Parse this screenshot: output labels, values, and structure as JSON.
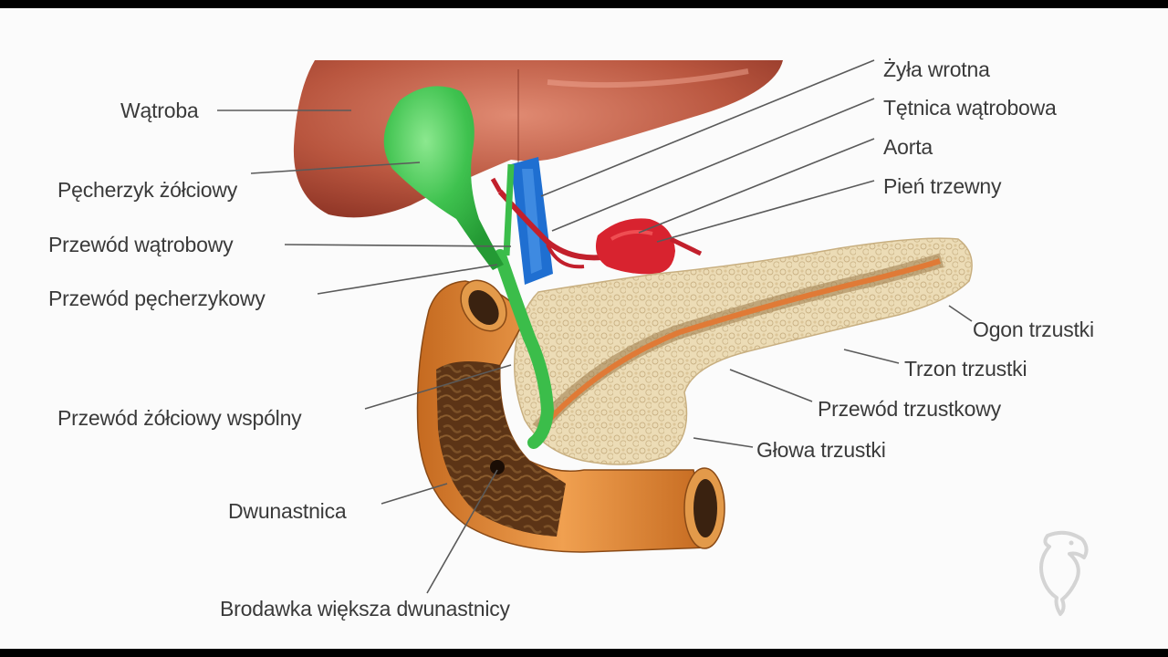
{
  "labels_left": {
    "liver": "Wątroba",
    "gallbladder": "Pęcherzyk żółciowy",
    "hepatic_duct": "Przewód wątrobowy",
    "cystic_duct": "Przewód pęcherzykowy",
    "common_bile_duct": "Przewód żółciowy wspólny",
    "duodenum": "Dwunastnica",
    "major_papilla": "Brodawka większa dwunastnicy"
  },
  "labels_right": {
    "portal_vein": "Żyła wrotna",
    "hepatic_artery": "Tętnica wątrobowa",
    "aorta": "Aorta",
    "celiac_trunk": "Pień trzewny",
    "pancreas_tail": "Ogon trzustki",
    "pancreas_body": "Trzon trzustki",
    "pancreatic_duct": "Przewód trzustkowy",
    "pancreas_head": "Głowa trzustki"
  },
  "colors": {
    "liver": "#b4503c",
    "gallbladder": "#3cc24e",
    "portal_vein": "#1e6fd2",
    "artery": "#d8232f",
    "pancreas": "#e9d9b4",
    "duodenum": "#e08a35",
    "duodenum_inner": "#5a3214",
    "leader_line": "#555555"
  },
  "icons": {
    "watermark": "dolphin-logo-icon"
  }
}
